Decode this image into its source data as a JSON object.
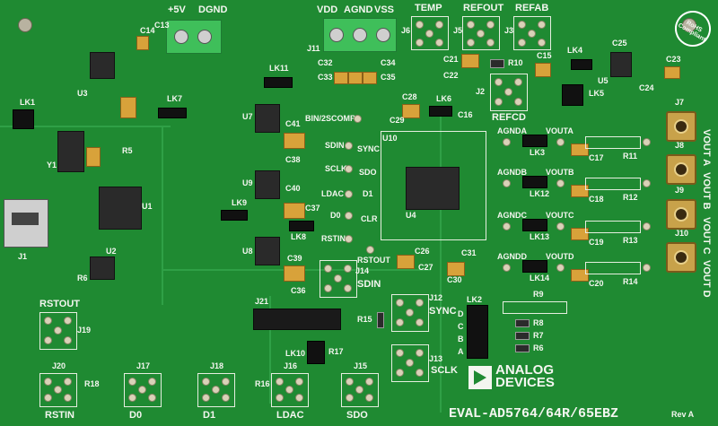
{
  "board": {
    "name": "EVAL-AD5764/64R/65EBZ",
    "revision": "Rev A",
    "manufacturer": "ANALOG DEVICES",
    "rohs": "RoHS Compliant"
  },
  "power_labels": {
    "plus5v": "+5V",
    "dgnd": "DGND",
    "vdd": "VDD",
    "agnd": "AGND",
    "vss": "VSS"
  },
  "top_connectors": {
    "temp": "TEMP",
    "refout": "REFOUT",
    "refab": "REFAB",
    "refcd": "REFCD"
  },
  "signal_labels": {
    "bin2scomp": "BIN/2SCOMP",
    "sdin": "SDIN",
    "sync": "SYNC",
    "sclk": "SCLK",
    "sdo": "SDO",
    "ldac": "LDAC",
    "d1": "D1",
    "d0": "D0",
    "clr": "CLR",
    "rstin": "RSTIN",
    "rstout": "RSTOUT"
  },
  "outputs": [
    {
      "gnd": "AGNDA",
      "vout": "VOUTA",
      "label": "VOUT A",
      "jack": "J7",
      "lk": "LK3",
      "cap": "C17",
      "res": "R11"
    },
    {
      "gnd": "AGNDB",
      "vout": "VOUTB",
      "label": "VOUT B",
      "jack": "J8",
      "lk": "LK12",
      "cap": "C18",
      "res": "R12"
    },
    {
      "gnd": "AGNDC",
      "vout": "VOUTC",
      "label": "VOUT C",
      "jack": "J9",
      "lk": "LK13",
      "cap": "C19",
      "res": "R13"
    },
    {
      "gnd": "AGNDD",
      "vout": "VOUTD",
      "label": "VOUT D",
      "jack": "J10",
      "lk": "LK14",
      "cap": "C20",
      "res": "R14"
    }
  ],
  "bottom_connectors": [
    {
      "id": "J20",
      "label": "RSTIN"
    },
    {
      "id": "J17",
      "label": "D0"
    },
    {
      "id": "J18",
      "label": "D1"
    },
    {
      "id": "J16",
      "label": "LDAC"
    },
    {
      "id": "J15",
      "label": "SDO"
    }
  ],
  "refs": {
    "j1": "J1",
    "j11": "J11",
    "j12": "J12",
    "j13": "J13",
    "j14": "J14",
    "j19": "J19",
    "j21": "J21",
    "j2": "J2",
    "j3": "J3",
    "j5": "J5",
    "j6": "J6",
    "u1": "U1",
    "u2": "U2",
    "u3": "U3",
    "u4": "U4",
    "u5": "U5",
    "u7": "U7",
    "u8": "U8",
    "u9": "U9",
    "u10": "U10",
    "lk1": "LK1",
    "lk2": "LK2",
    "lk4": "LK4",
    "lk5": "LK5",
    "lk6": "LK6",
    "lk7": "LK7",
    "lk8": "LK8",
    "lk9": "LK9",
    "lk10": "LK10",
    "lk11": "LK11",
    "y1": "Y1",
    "c13": "C13",
    "c14": "C14",
    "c25": "C25",
    "c23": "C23",
    "c24": "C24",
    "c15": "C15",
    "c21": "C21",
    "c22": "C22",
    "c26": "C26",
    "c27": "C27",
    "c28": "C28",
    "c29": "C29",
    "c30": "C30",
    "c31": "C31",
    "c32": "C32",
    "c33": "C33",
    "c34": "C34",
    "c35": "C35",
    "c36": "C36",
    "c37": "C37",
    "c38": "C38",
    "c39": "C39",
    "c40": "C40",
    "c41": "C41",
    "c16": "C16",
    "r9": "R9",
    "r10": "R10",
    "r15": "R15",
    "r16": "R16",
    "r17": "R17",
    "r18": "R18",
    "r5": "R5",
    "r6": "R6",
    "r7": "R7",
    "r8": "R8"
  },
  "lk2_pins": [
    "D",
    "C",
    "B",
    "A"
  ]
}
